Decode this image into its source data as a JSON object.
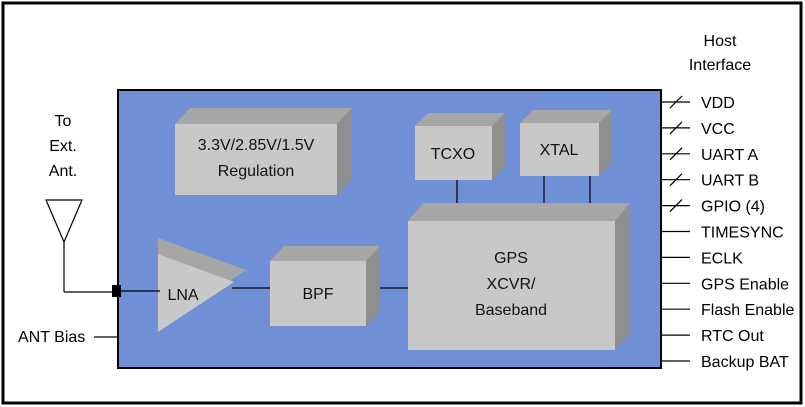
{
  "diagram": {
    "host_interface": {
      "line1": "Host",
      "line2": "Interface"
    },
    "antenna": {
      "line1": "To",
      "line2": "Ext.",
      "line3": "Ant.",
      "bias": "ANT Bias"
    },
    "blocks": {
      "regulation": {
        "line1": "3.3V/2.85V/1.5V",
        "line2": "Regulation"
      },
      "tcxo": "TCXO",
      "xtal": "XTAL",
      "lna": "LNA",
      "bpf": "BPF",
      "gps": {
        "line1": "GPS",
        "line2": "XCVR/",
        "line3": "Baseband"
      }
    },
    "signals": [
      {
        "label": "VDD",
        "bus": true
      },
      {
        "label": "VCC",
        "bus": true
      },
      {
        "label": "UART A",
        "bus": true
      },
      {
        "label": "UART B",
        "bus": true
      },
      {
        "label": "GPIO (4)",
        "bus": true
      },
      {
        "label": "TIMESYNC",
        "bus": false
      },
      {
        "label": "ECLK",
        "bus": false
      },
      {
        "label": "GPS Enable",
        "bus": false
      },
      {
        "label": "Flash Enable",
        "bus": false
      },
      {
        "label": "RTC Out",
        "bus": false
      },
      {
        "label": "Backup BAT",
        "bus": false
      }
    ],
    "colors": {
      "module_fill": "#6f8fd6",
      "block_front": "#c8c8c8",
      "block_top": "#a6a6a6",
      "block_side": "#8f8f8f",
      "line": "#000000"
    }
  }
}
